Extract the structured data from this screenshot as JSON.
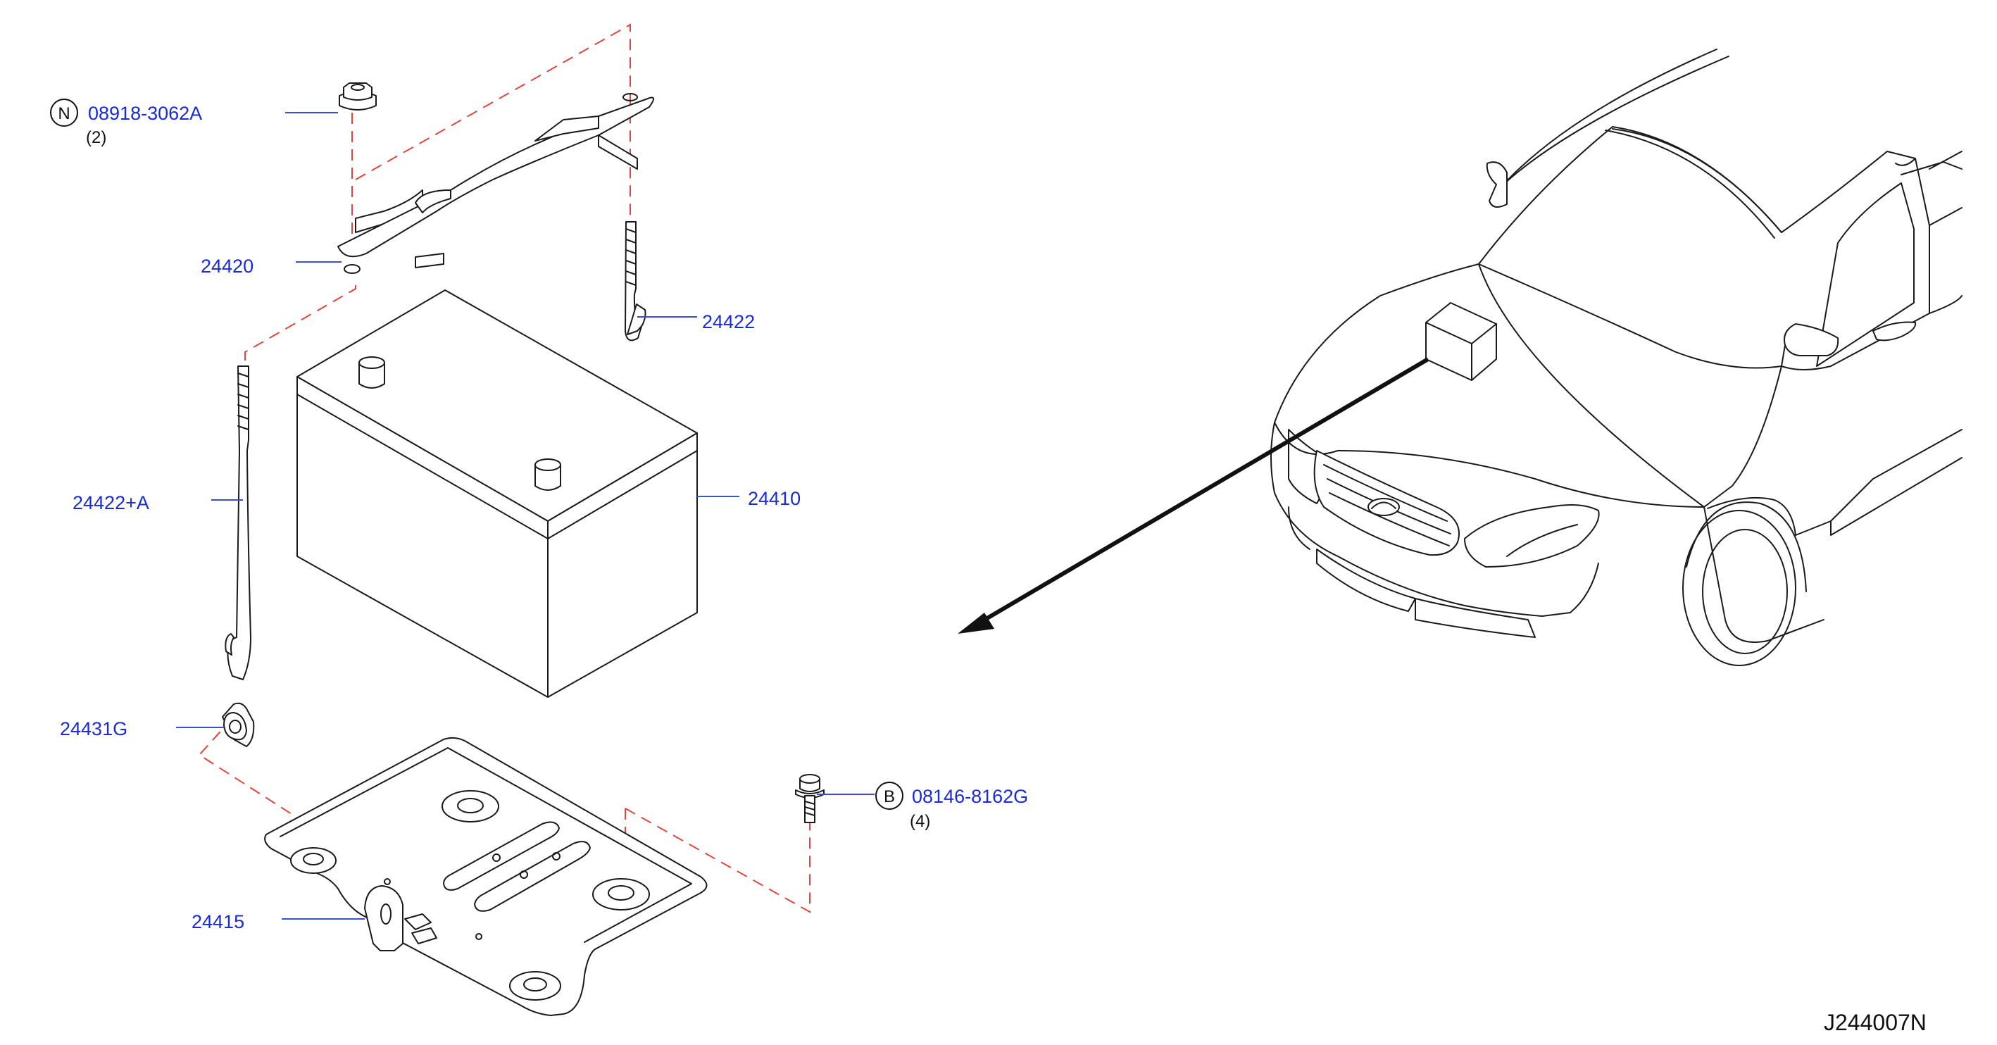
{
  "labels": {
    "nut_part": "08918-3062A",
    "nut_qty": "(2)",
    "nut_symbol": "N",
    "clamp": "24420",
    "rod_right": "24422",
    "rod_left": "24422+A",
    "battery": "24410",
    "bolt_small": "24431G",
    "bolt_part": "08146-8162G",
    "bolt_qty": "(4)",
    "bolt_symbol": "B",
    "tray": "24415"
  },
  "figure_ref": "J244007N",
  "colors": {
    "callout_text": "#1a2bd6",
    "leader_line": "#3a4fd6",
    "assembly_dash": "#e0453f",
    "outline": "#1a1a1a"
  }
}
